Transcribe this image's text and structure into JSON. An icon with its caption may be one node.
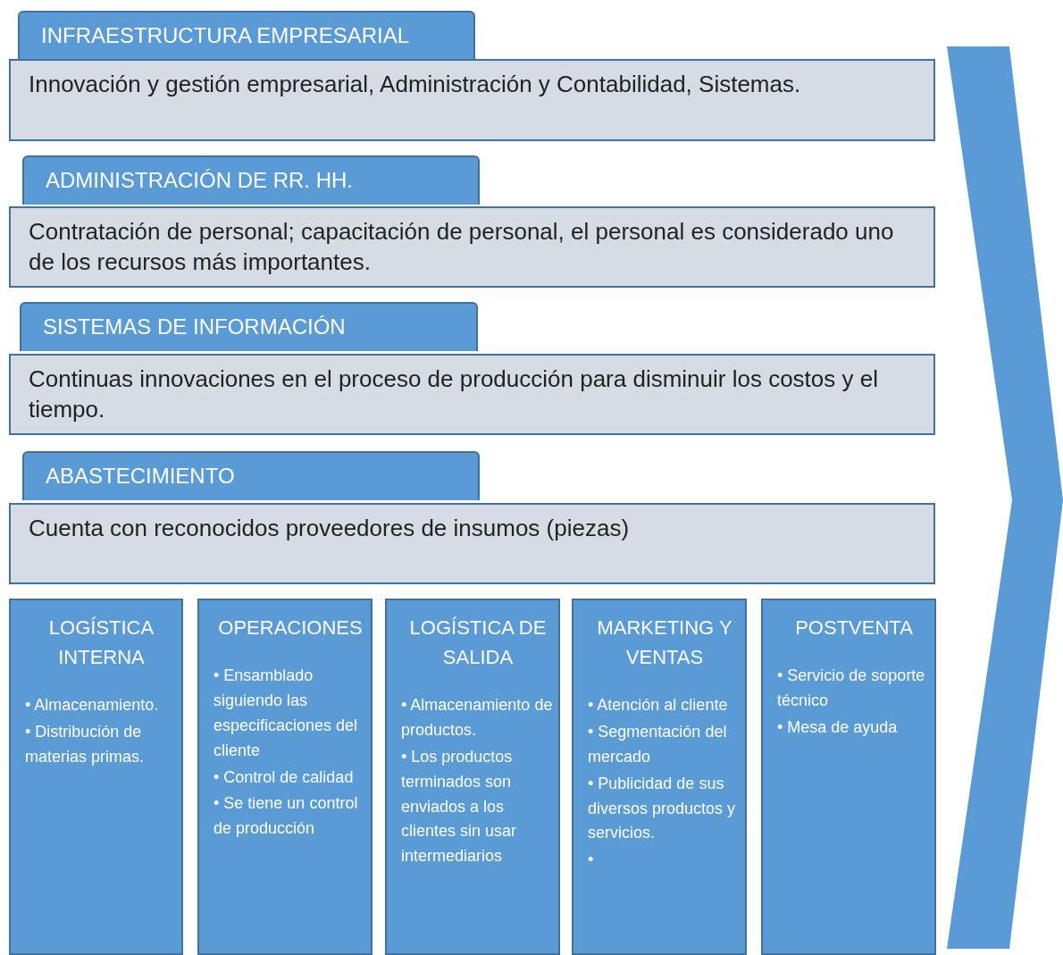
{
  "diagram": {
    "nodes": [
      {
        "text": [
          "INFRAESTRUCTURA EMPRESARIAL"
        ]
      },
      {
        "text": [
          "Innovación y gestión empresarial, Administración y Contabilidad, Sistemas."
        ]
      },
      {
        "text": [
          "ADMINISTRACIÓN DE RR. HH."
        ]
      },
      {
        "text": [
          "Contratación de personal; capacitación de personal, el personal es considerado uno de los recursos más importantes."
        ]
      },
      {
        "text": [
          "SISTEMAS DE INFORMACIÓN"
        ]
      },
      {
        "text": [
          "Continuas innovaciones en el proceso de producción para disminuir los costos y el tiempo."
        ]
      },
      {
        "text": [
          "ABASTECIMIENTO"
        ]
      },
      {
        "text": [
          "Cuenta con reconocidos proveedores de insumos (piezas)"
        ]
      },
      {
        "text": [
          "LOGÍSTICA INTERNA",
          "• Almacenamiento.",
          "• Distribución de materias primas."
        ]
      },
      {
        "text": [
          "OPERACIONES",
          "• Ensamblado siguiendo las especificaciones del cliente",
          "• Control de calidad",
          "• Se tiene un control de producción"
        ]
      },
      {
        "text": [
          "LOGÍSTICA DE SALIDA",
          "• Almacenamiento de productos.",
          "• Los productos terminados son enviados a los clientes sin usar intermediarios"
        ]
      },
      {
        "text": [
          "MARKETING Y VENTAS",
          "• Atención al cliente",
          "• Segmentación del mercado",
          "• Publicidad de sus diversos productos y servicios.",
          "•"
        ]
      },
      {
        "text": [
          "POSTVENTA",
          "• Servicio de soporte técnico",
          "• Mesa de ayuda"
        ]
      }
    ]
  }
}
